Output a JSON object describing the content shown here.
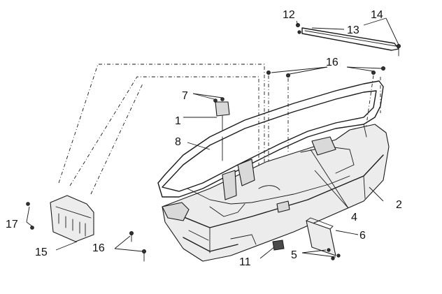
{
  "diagram": {
    "labels": {
      "p1": "1",
      "p2": "2",
      "p4": "4",
      "p5": "5",
      "p6": "6",
      "p7": "7",
      "p8": "8",
      "p11": "11",
      "p12": "12",
      "p13": "13",
      "p14": "14",
      "p15": "15",
      "p16_top": "16",
      "p16_bottom": "16",
      "p17": "17"
    }
  }
}
